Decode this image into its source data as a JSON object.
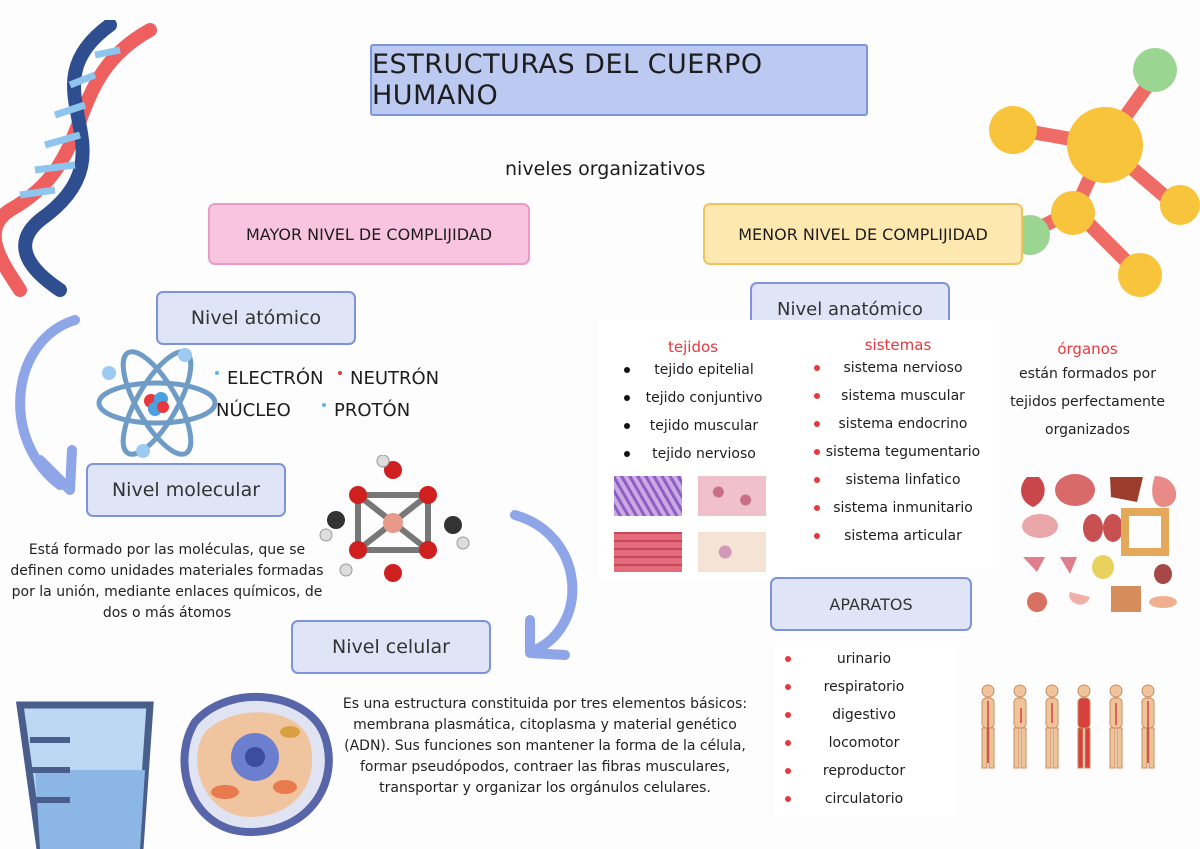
{
  "title": "ESTRUCTURAS DEL CUERPO HUMANO",
  "subtitle": "niveles organizativos",
  "branches": {
    "major": "MAYOR NIVEL DE COMPLIJIDAD",
    "minor": "MENOR NIVEL DE COMPLIJIDAD"
  },
  "levels": {
    "atomic": "Nivel atómico",
    "molecular": "Nivel molecular",
    "cellular": "Nivel celular",
    "anatomic": "Nivel anatómico"
  },
  "atom_parts": [
    "ELECTRÓN",
    "NEUTRÓN",
    "NÚCLEO",
    "PROTÓN"
  ],
  "molecular_text": "Está formado por las moléculas, que se definen como unidades materiales formadas por la unión, mediante enlaces químicos, de dos o más átomos",
  "cellular_text": "Es una estructura constituida por tres elementos básicos: membrana plasmática, citoplasma y material genético (ADN). Sus funciones son mantener la forma de la célula, formar pseudópodos, contraer las fibras musculares, transportar y organizar los orgánulos celulares.",
  "tejidos": {
    "heading": "tejidos",
    "items": [
      "tejido epitelial",
      "tejido conjuntivo",
      "tejido muscular",
      "tejido nervioso"
    ]
  },
  "sistemas": {
    "heading": "sistemas",
    "items": [
      "sistema nervioso",
      "sistema muscular",
      "sistema endocrino",
      "sistema tegumentario",
      "sistema linfatico",
      "sistema inmunitario",
      "sistema articular"
    ]
  },
  "organos": {
    "heading": "órganos",
    "text": "están formados por tejidos perfectamente organizados"
  },
  "aparatos": {
    "heading": "APARATOS",
    "items": [
      "urinario",
      "respiratorio",
      "digestivo",
      "locomotor",
      "reproductor",
      "circulatorio"
    ]
  },
  "colors": {
    "title_bg": "#bccaf2",
    "major_bg": "#f8c4e0",
    "minor_bg": "#fde8b0",
    "level_bg": "#dfe5f7",
    "accent_red": "#e8383d",
    "arrow": "#8ea6e8"
  },
  "icons": [
    "dna-illustration",
    "molecule-illustration",
    "atom-illustration",
    "molecular-model-illustration",
    "beaker-illustration",
    "cell-illustration",
    "tissue-images",
    "organ-icons",
    "body-system-figures"
  ]
}
